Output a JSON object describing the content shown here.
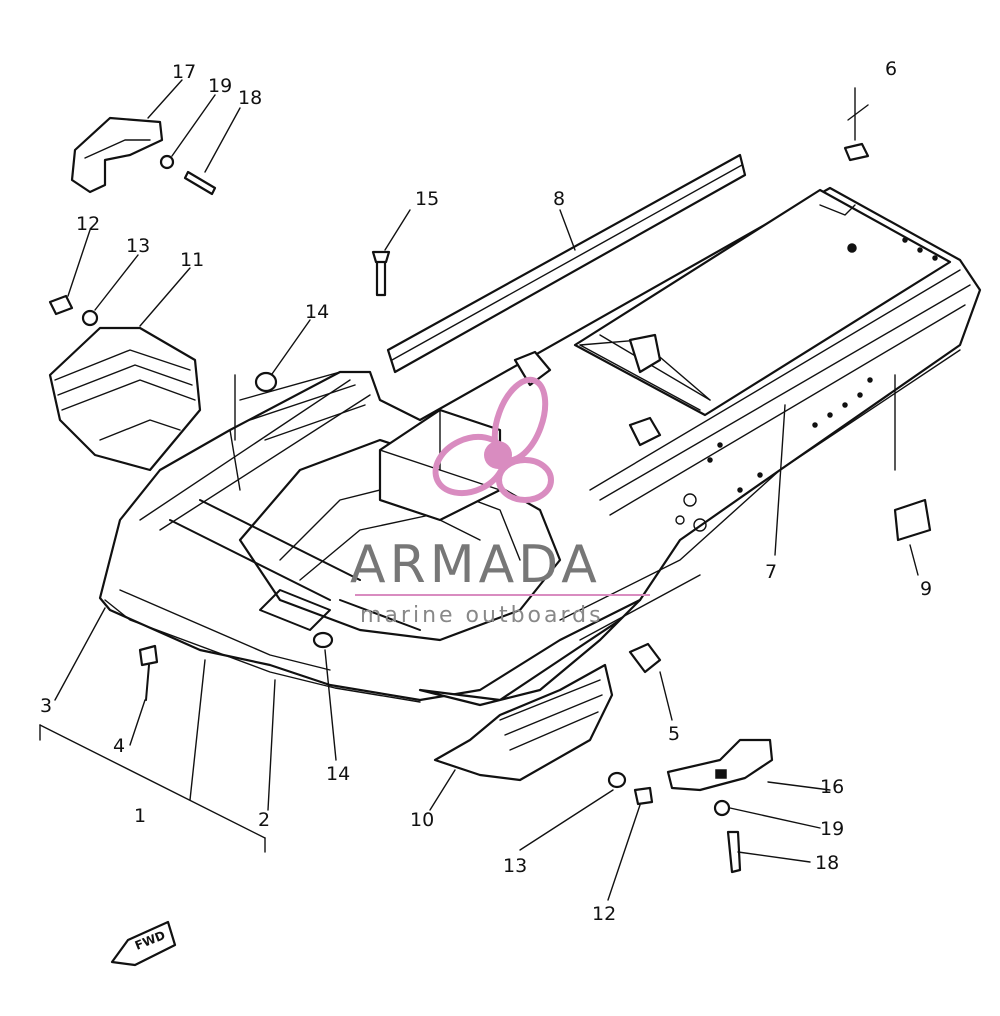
{
  "callouts": {
    "c1": "1",
    "c2": "2",
    "c3": "3",
    "c4": "4",
    "c5": "5",
    "c6": "6",
    "c7": "7",
    "c8": "8",
    "c9": "9",
    "c10": "10",
    "c11": "11",
    "c12a": "12",
    "c12b": "12",
    "c13a": "13",
    "c13b": "13",
    "c14a": "14",
    "c14b": "14",
    "c15": "15",
    "c16": "16",
    "c17": "17",
    "c18a": "18",
    "c18b": "18",
    "c19a": "19",
    "c19b": "19"
  },
  "watermark": {
    "brand": "ARMADA",
    "tagline": "marine outboards",
    "logo_color": "#d98cc0",
    "text_color": "#777777"
  },
  "fwd_label": "FWD"
}
